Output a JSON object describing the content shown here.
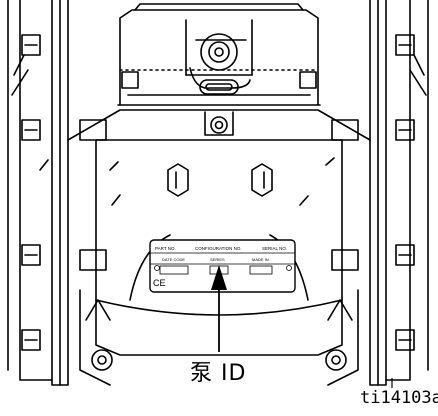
{
  "callout": {
    "label": "泵 ID"
  },
  "figure_ref": "ti14103a",
  "id_plate": {
    "part_no": "PART NO.",
    "configuration_no": "CONFIGURATION NO.",
    "serial_no": "SERIAL NO.",
    "row2_left": "DATE CODE",
    "row2_mid": "SERIES",
    "row2_right": "MADE IN",
    "ce_mark": "CE"
  }
}
